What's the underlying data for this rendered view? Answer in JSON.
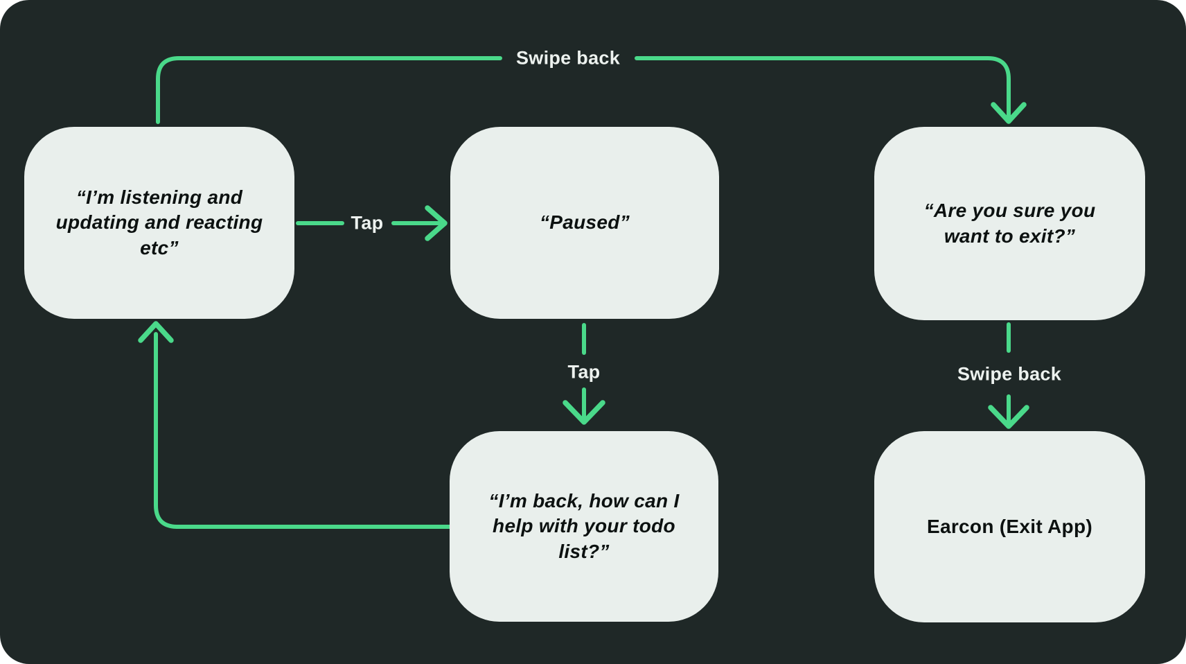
{
  "colors": {
    "background": "#1F2827",
    "outer_background": "#FFFFFF",
    "accent_green": "#4AD98A",
    "node_fill": "#E9EFEC",
    "node_text": "#0C1110",
    "edge_label_text": "#EDF2EF"
  },
  "nodes": {
    "listening": {
      "text": "“I’m listening and\nupdating and reacting\netc”"
    },
    "paused": {
      "text": "“Paused”"
    },
    "confirm_exit": {
      "text": "“Are you sure you\nwant to exit?”"
    },
    "back": {
      "text": "“I’m back, how can I\nhelp with your todo\nlist?”"
    },
    "earcon": {
      "text": "Earcon (Exit App)"
    }
  },
  "edge_labels": {
    "swipe_back_top": "Swipe back",
    "tap_pause": "Tap",
    "tap_resume": "Tap",
    "swipe_back_exit": "Swipe back"
  }
}
